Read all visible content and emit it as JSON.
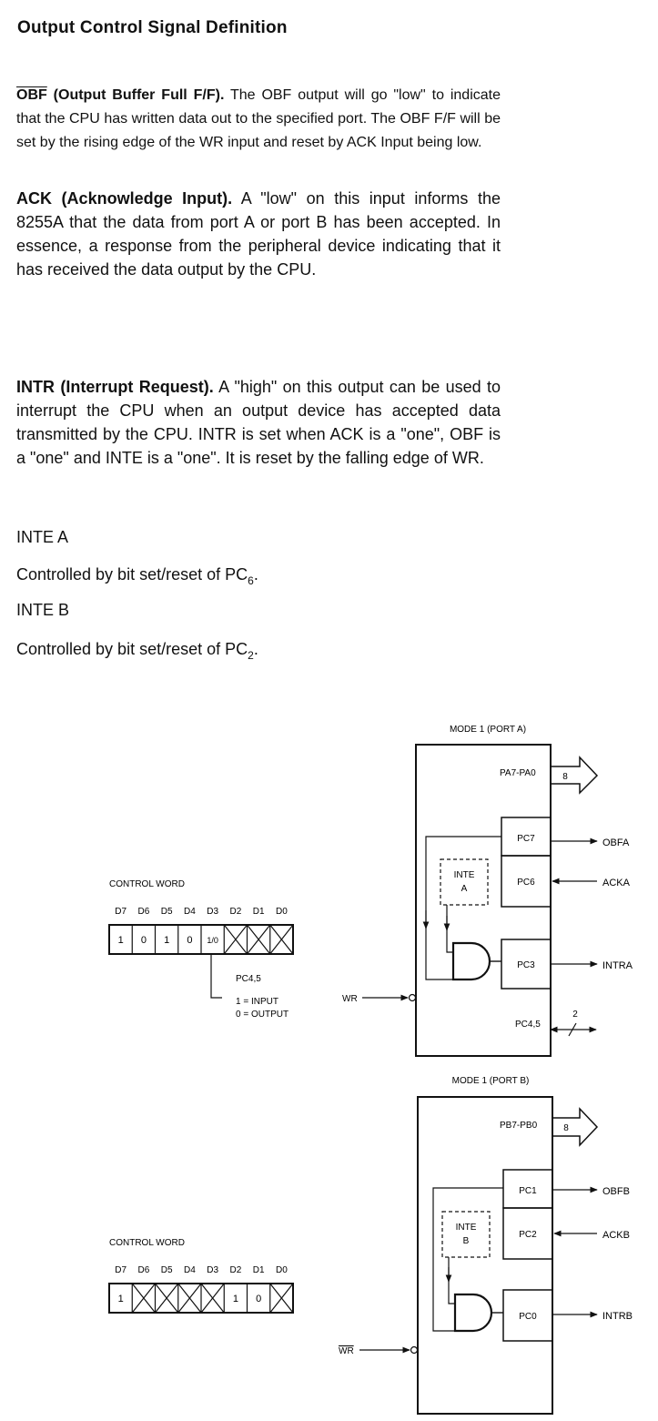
{
  "heading": "Output Control Signal Definition",
  "obf": {
    "term": "OBF",
    "term_rest": " (Output Buffer Full F/F).",
    "text": " The OBF output will go \"low\" to indicate that the CPU has written data out to the specified port. The OBF F/F will be set by the rising edge of the WR input and reset by ACK Input being low."
  },
  "ack": {
    "term": "ACK (Acknowledge Input).",
    "text": " A \"low\" on this input informs the 8255A that the data from port A or port B has been accepted. In essence, a response from the peripheral device indicating that it has received the data output by the CPU."
  },
  "intr": {
    "term": "INTR (Interrupt Request).",
    "text": " A \"high\" on this output can be used to interrupt the CPU when an output device has accepted data transmitted by the CPU. INTR is set when ACK is a \"one\", OBF is a \"one\" and INTE is a \"one\". It is reset by the falling edge of WR."
  },
  "inte_a": {
    "label": "INTE A",
    "text": "Controlled by bit set/reset of PC",
    "sub": "6",
    "end": "."
  },
  "inte_b": {
    "label": "INTE B",
    "text": "Controlled by bit set/reset of PC",
    "sub": "2",
    "end": "."
  },
  "diagram_a": {
    "title": "MODE 1 (PORT A)",
    "control_word": "CONTROL WORD",
    "bits": [
      "D7",
      "D6",
      "D5",
      "D4",
      "D3",
      "D2",
      "D1",
      "D0"
    ],
    "cells": [
      "1",
      "0",
      "1",
      "0",
      "1/0",
      "X",
      "X",
      "X"
    ],
    "pc45_label": "PC4,5",
    "input_note": "1 = INPUT",
    "output_note": "0 = OUTPUT",
    "bus_label": "PA7-PA0",
    "bus_width": "8",
    "pins": [
      "PC7",
      "PC6",
      "PC3"
    ],
    "signals": [
      "OBFA",
      "ACKA",
      "INTRA"
    ],
    "inte": [
      "INTE",
      "A"
    ],
    "wr": "WR",
    "pc45_pin": "PC4,5",
    "pc45_width": "2"
  },
  "diagram_b": {
    "title": "MODE 1 (PORT B)",
    "control_word": "CONTROL WORD",
    "bits": [
      "D7",
      "D6",
      "D5",
      "D4",
      "D3",
      "D2",
      "D1",
      "D0"
    ],
    "cells": [
      "1",
      "X",
      "X",
      "X",
      "X",
      "1",
      "0",
      "X"
    ],
    "bus_label": "PB7-PB0",
    "bus_width": "8",
    "pins": [
      "PC1",
      "PC2",
      "PC0"
    ],
    "signals": [
      "OBFB",
      "ACKB",
      "INTRB"
    ],
    "inte": [
      "INTE",
      "B"
    ],
    "wr": "WR"
  }
}
